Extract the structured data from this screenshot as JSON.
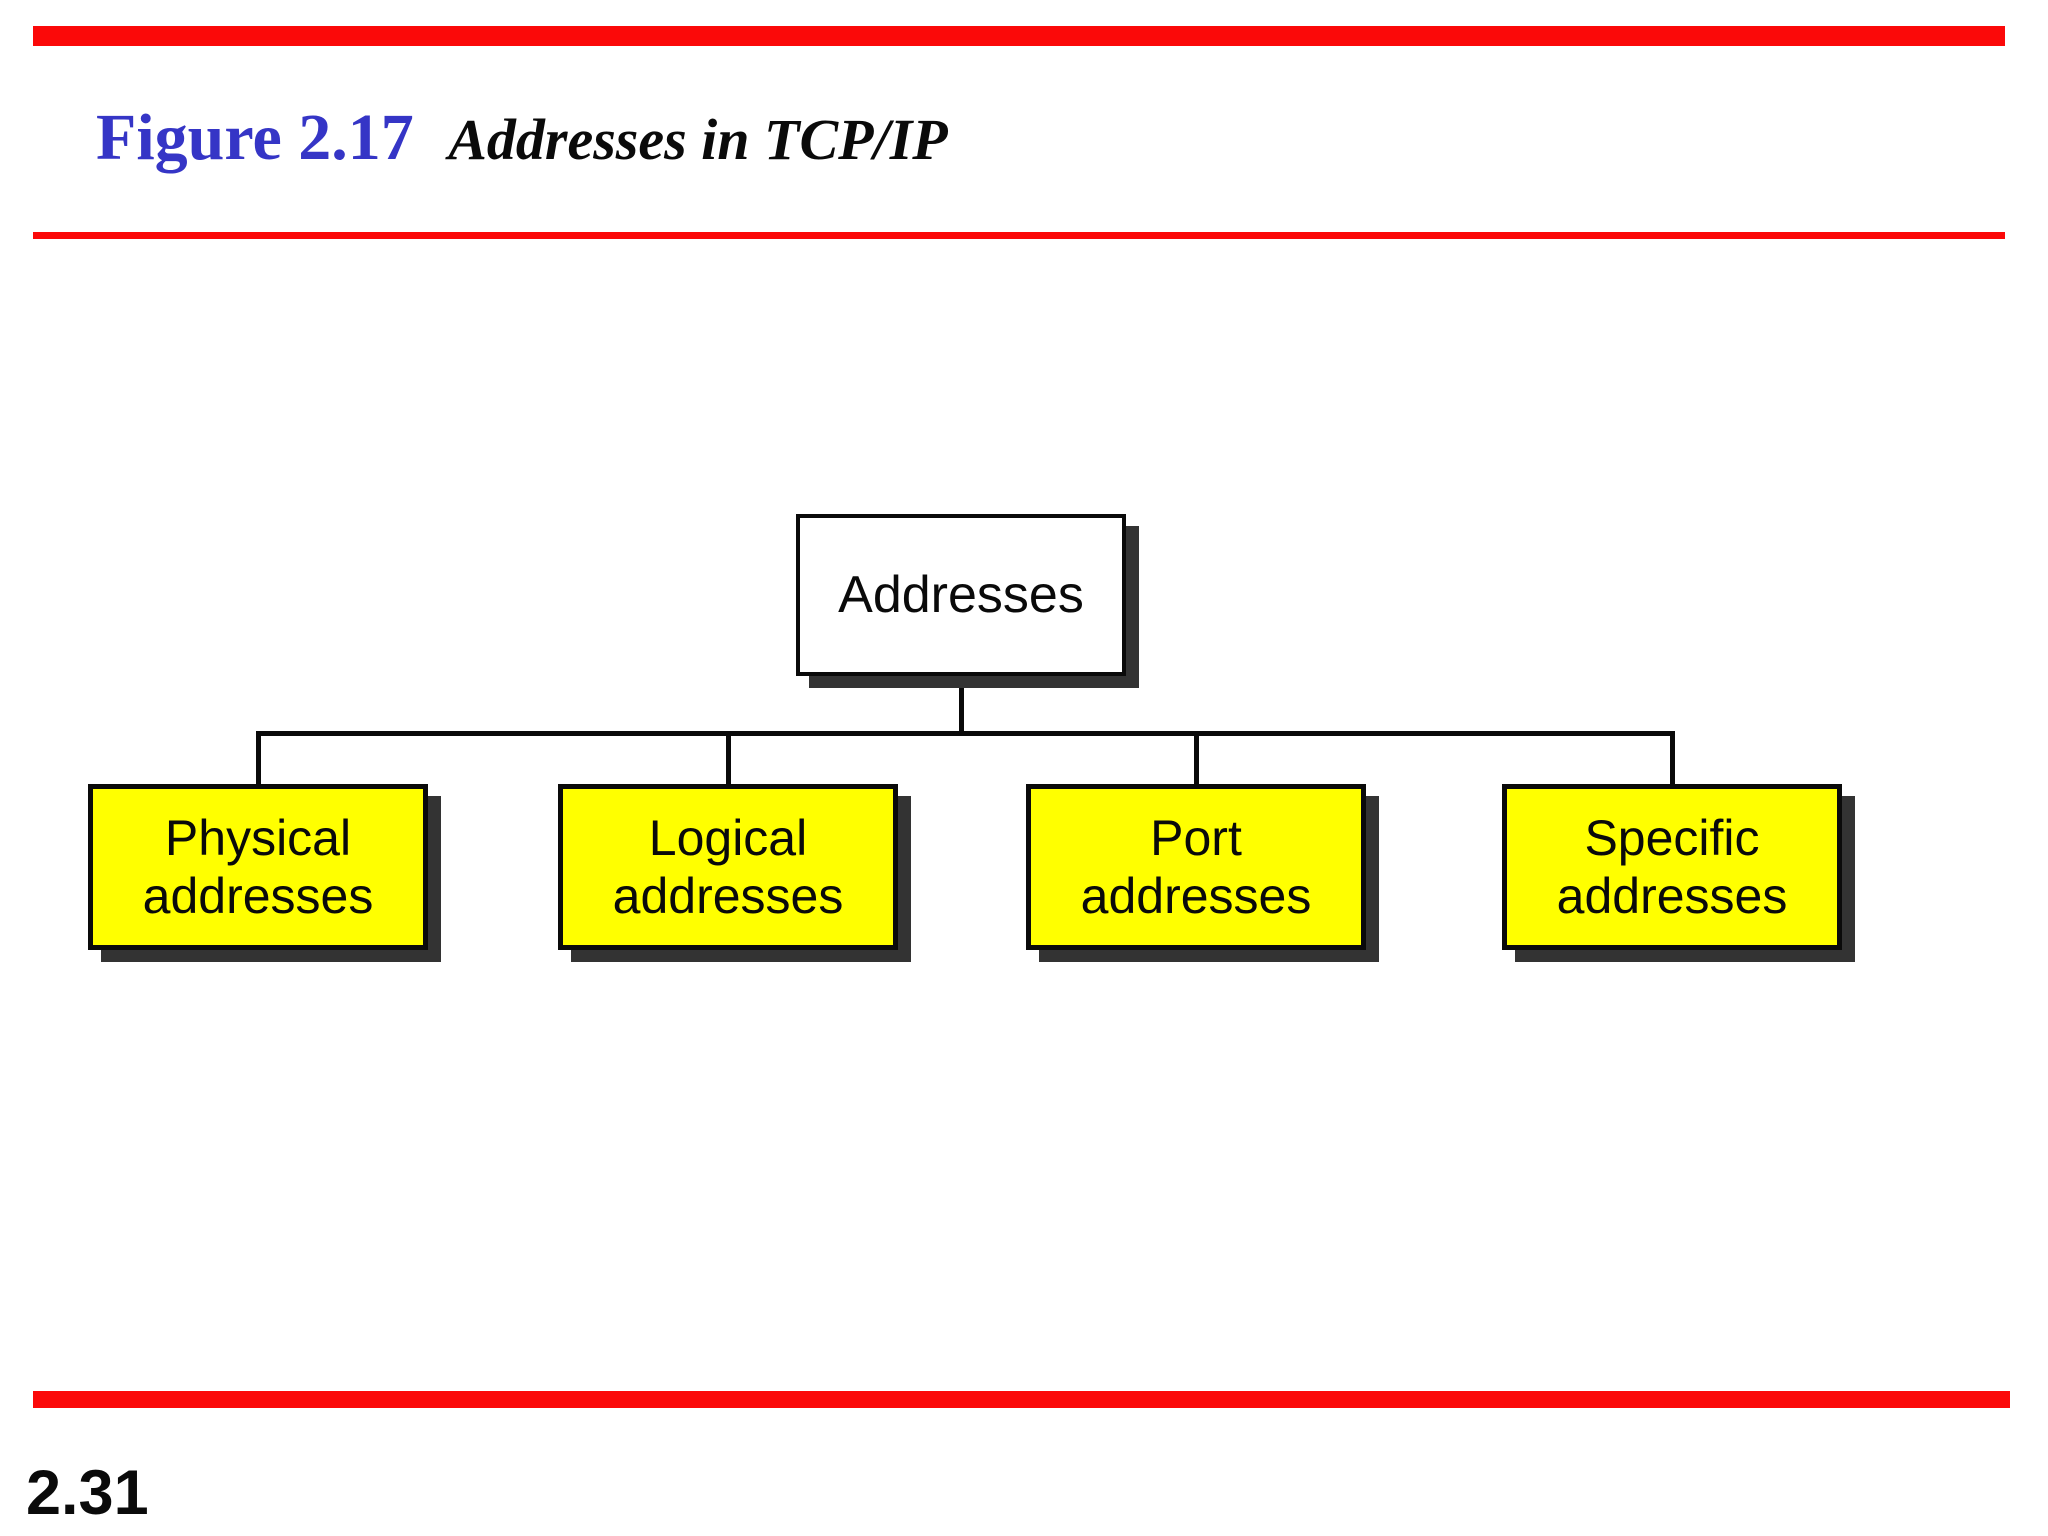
{
  "header": {
    "figure_label": "Figure 2.17",
    "figure_caption": "Addresses in TCP/IP"
  },
  "diagram": {
    "root": {
      "label": "Addresses"
    },
    "children": [
      {
        "line1": "Physical",
        "line2": "addresses"
      },
      {
        "line1": "Logical",
        "line2": "addresses"
      },
      {
        "line1": "Port",
        "line2": "addresses"
      },
      {
        "line1": "Specific",
        "line2": "addresses"
      }
    ]
  },
  "footer": {
    "page_number": "2.31"
  },
  "colors": {
    "accent-red": "#fb0909",
    "figure-blue": "#3535c6",
    "node-yellow": "#ffff00",
    "shadow-gray": "#333333",
    "ink-black": "#0a0a0a"
  }
}
